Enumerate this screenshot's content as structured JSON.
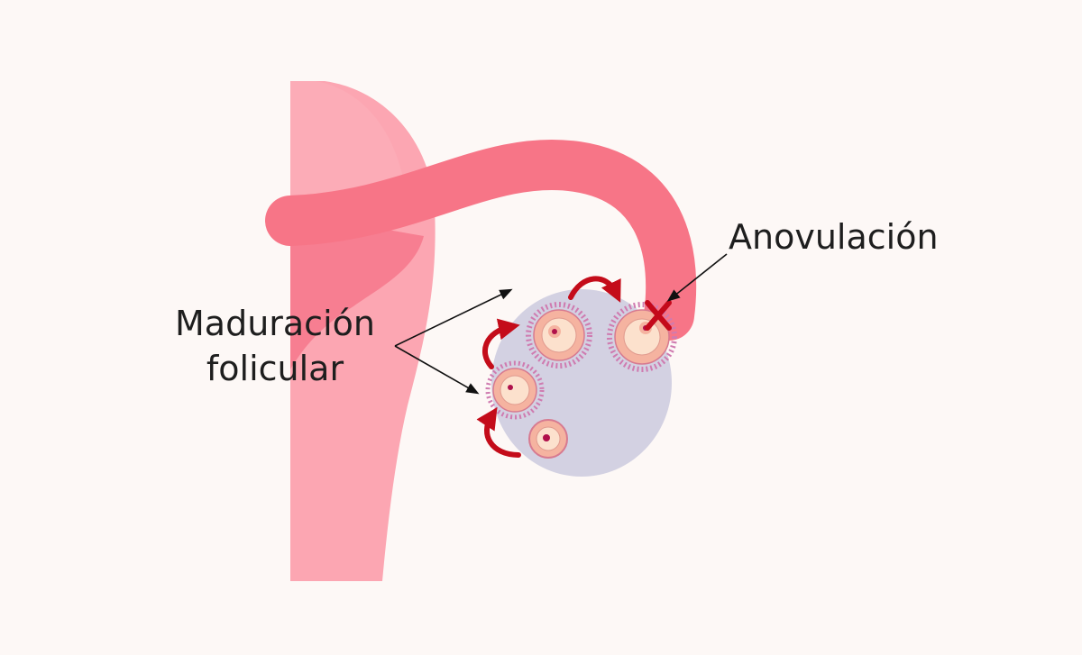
{
  "labels": {
    "anovulation": "Anovulación",
    "follicular_maturation_line1": "Maduración",
    "follicular_maturation_line2": "folicular"
  },
  "colors": {
    "background": "#fdf8f6",
    "uterus_light": "#fca6b2",
    "uterus_dark": "#f77e91",
    "tube": "#f77587",
    "ovary": "#d3d1e2",
    "follicle_outer": "#f5b3a0",
    "follicle_inner": "#fce1cd",
    "granulosa": "#cf7bb0",
    "nucleus": "#b0114b",
    "arrow": "#c40c1a",
    "cross": "#c4091b",
    "pointer": "#111111"
  },
  "icons": {
    "cycle_arrow": "curved-arrow-icon",
    "blocked": "cross-icon"
  }
}
